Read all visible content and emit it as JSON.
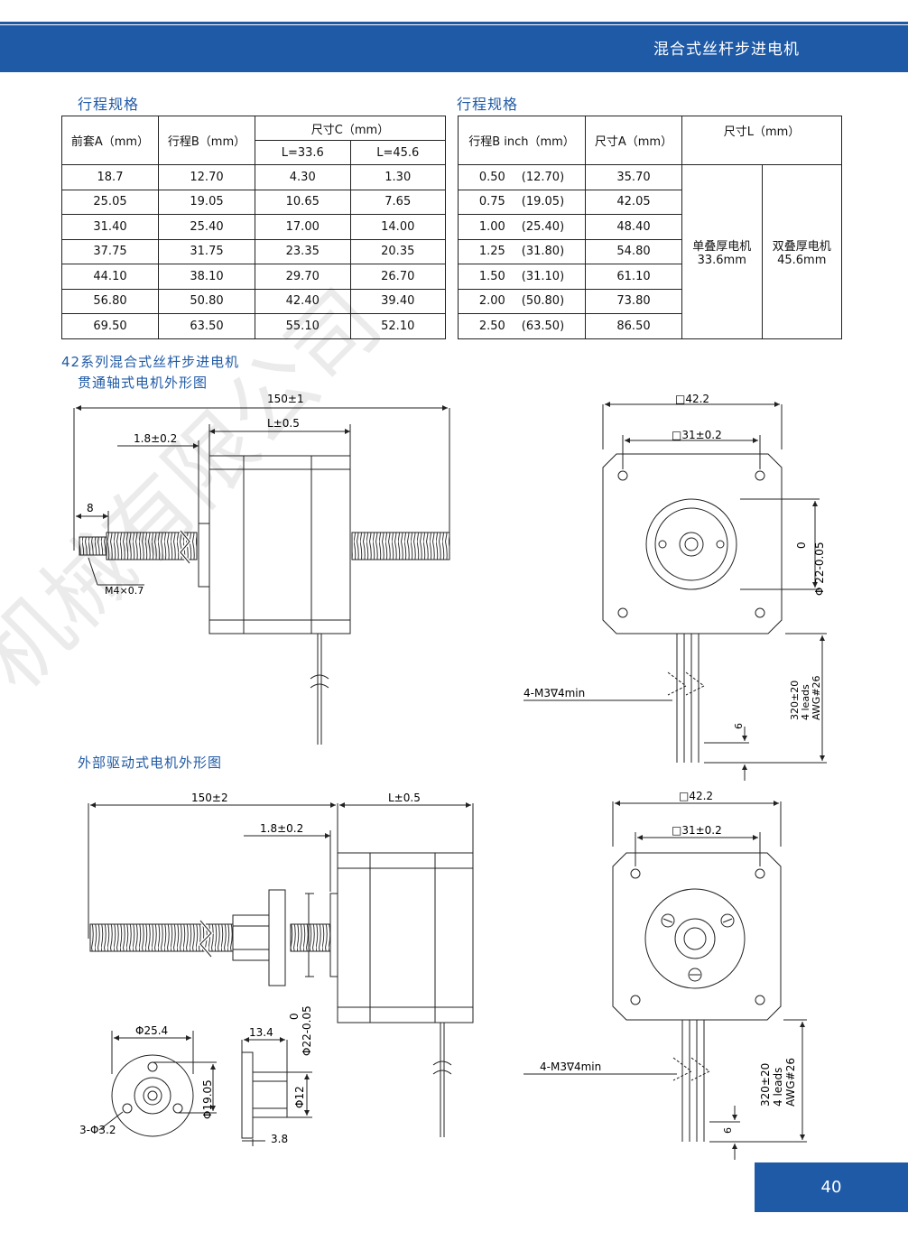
{
  "header": {
    "title": "混合式丝杆步进电机"
  },
  "left_table": {
    "title": "行程规格",
    "col_a": "前套A（mm）",
    "col_b": "行程B（mm）",
    "col_c": "尺寸C（mm）",
    "sub_c1": "L=33.6",
    "sub_c2": "L=45.6",
    "rows": [
      [
        "18.7",
        "12.70",
        "4.30",
        "1.30"
      ],
      [
        "25.05",
        "19.05",
        "10.65",
        "7.65"
      ],
      [
        "31.40",
        "25.40",
        "17.00",
        "14.00"
      ],
      [
        "37.75",
        "31.75",
        "23.35",
        "20.35"
      ],
      [
        "44.10",
        "38.10",
        "29.70",
        "26.70"
      ],
      [
        "56.80",
        "50.80",
        "42.40",
        "39.40"
      ],
      [
        "69.50",
        "63.50",
        "55.10",
        "52.10"
      ]
    ]
  },
  "right_table": {
    "title": "行程规格",
    "col_b": "行程B  inch（mm）",
    "col_a": "尺寸A（mm）",
    "col_l": "尺寸L（mm）",
    "single": "单叠厚电机",
    "single_val": "33.6mm",
    "double": "双叠厚电机",
    "double_val": "45.6mm",
    "rows": [
      [
        "0.50",
        "(12.70)",
        "35.70"
      ],
      [
        "0.75",
        "(19.05)",
        "42.05"
      ],
      [
        "1.00",
        "(25.40)",
        "48.40"
      ],
      [
        "1.25",
        "(31.80)",
        "54.80"
      ],
      [
        "1.50",
        "(31.10)",
        "61.10"
      ],
      [
        "2.00",
        "(50.80)",
        "73.80"
      ],
      [
        "2.50",
        "(63.50)",
        "86.50"
      ]
    ]
  },
  "section1": {
    "title1": "42系列混合式丝杆步进电机",
    "title2": "贯通轴式电机外形图"
  },
  "section2": {
    "title": "外部驱动式电机外形图"
  },
  "drawing1": {
    "dim_total": "150±1",
    "dim_l": "L±0.5",
    "dim_gap": "1.8±0.2",
    "dim_8": "8",
    "dim_thread": "M4×0.7",
    "dim_sq": "□42.2",
    "dim_hole": "□31±0.2",
    "dim_boss_a": "0",
    "dim_boss_b": "Φ 22-0.05",
    "dim_screws": "4-M3∇4min",
    "dim_lead_a": "320±20",
    "dim_lead_b": "4 leads",
    "dim_lead_c": "AWG#26",
    "dim_6": "6"
  },
  "drawing2": {
    "dim_total": "150±2",
    "dim_l": "L±0.5",
    "dim_gap": "1.8±0.2",
    "dim_boss_a": "0",
    "dim_boss_b": "Φ22-0.05",
    "dim_nut_d": "Φ25.4",
    "dim_nut_pcd": "Φ19.05",
    "dim_nut_holes": "3-Φ3.2",
    "dim_nut_len": "13.4",
    "dim_nut_d12": "Φ12",
    "dim_nut_flange": "3.8",
    "dim_sq": "□42.2",
    "dim_hole": "□31±0.2",
    "dim_screws": "4-M3∇4min",
    "dim_lead_a": "320±20",
    "dim_lead_b": "4 leads",
    "dim_lead_c": "AWG#26",
    "dim_6": "6"
  },
  "watermark": "机械有限公司",
  "page": {
    "number": "40"
  },
  "colors": {
    "brand": "#1f5aa6",
    "line": "#222222"
  }
}
